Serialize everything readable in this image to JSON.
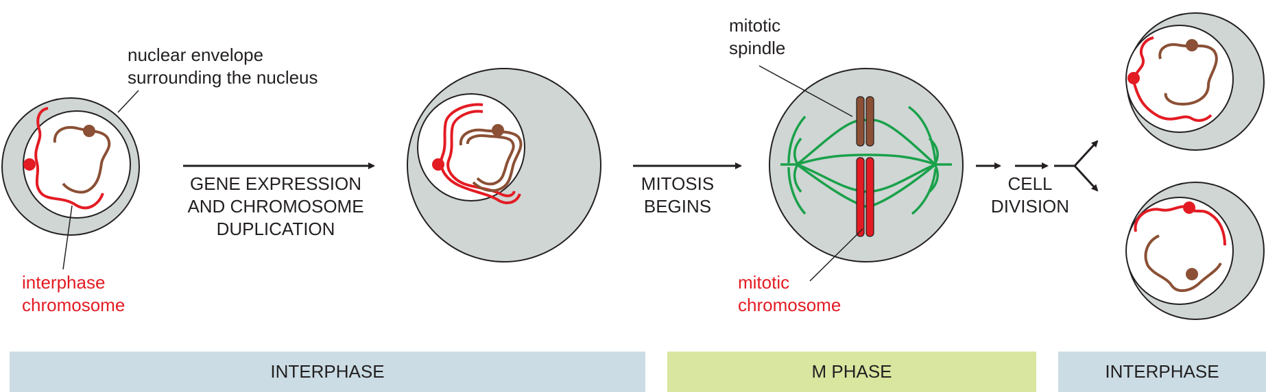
{
  "labels": {
    "nuclear_envelope": [
      "nuclear envelope",
      "surrounding the nucleus"
    ],
    "interphase_chromosome": [
      "interphase",
      "chromosome"
    ],
    "step1": [
      "GENE EXPRESSION",
      "AND CHROMOSOME",
      "DUPLICATION"
    ],
    "step2": [
      "MITOSIS",
      "BEGINS"
    ],
    "mitotic_spindle": [
      "mitotic",
      "spindle"
    ],
    "mitotic_chromosome": [
      "mitotic",
      "chromosome"
    ],
    "step3": [
      "CELL",
      "DIVISION"
    ]
  },
  "phases": [
    "INTERPHASE",
    "M PHASE",
    "INTERPHASE"
  ],
  "colors": {
    "cell_fill": "#cfd6d4",
    "interphase_band": "#cbdce4",
    "m_phase_band": "#d8e6a0",
    "chromosome_red": "#e31b23",
    "chromosome_brown": "#8b5035",
    "spindle_green": "#1aa14a",
    "text_red": "#e31b23"
  }
}
